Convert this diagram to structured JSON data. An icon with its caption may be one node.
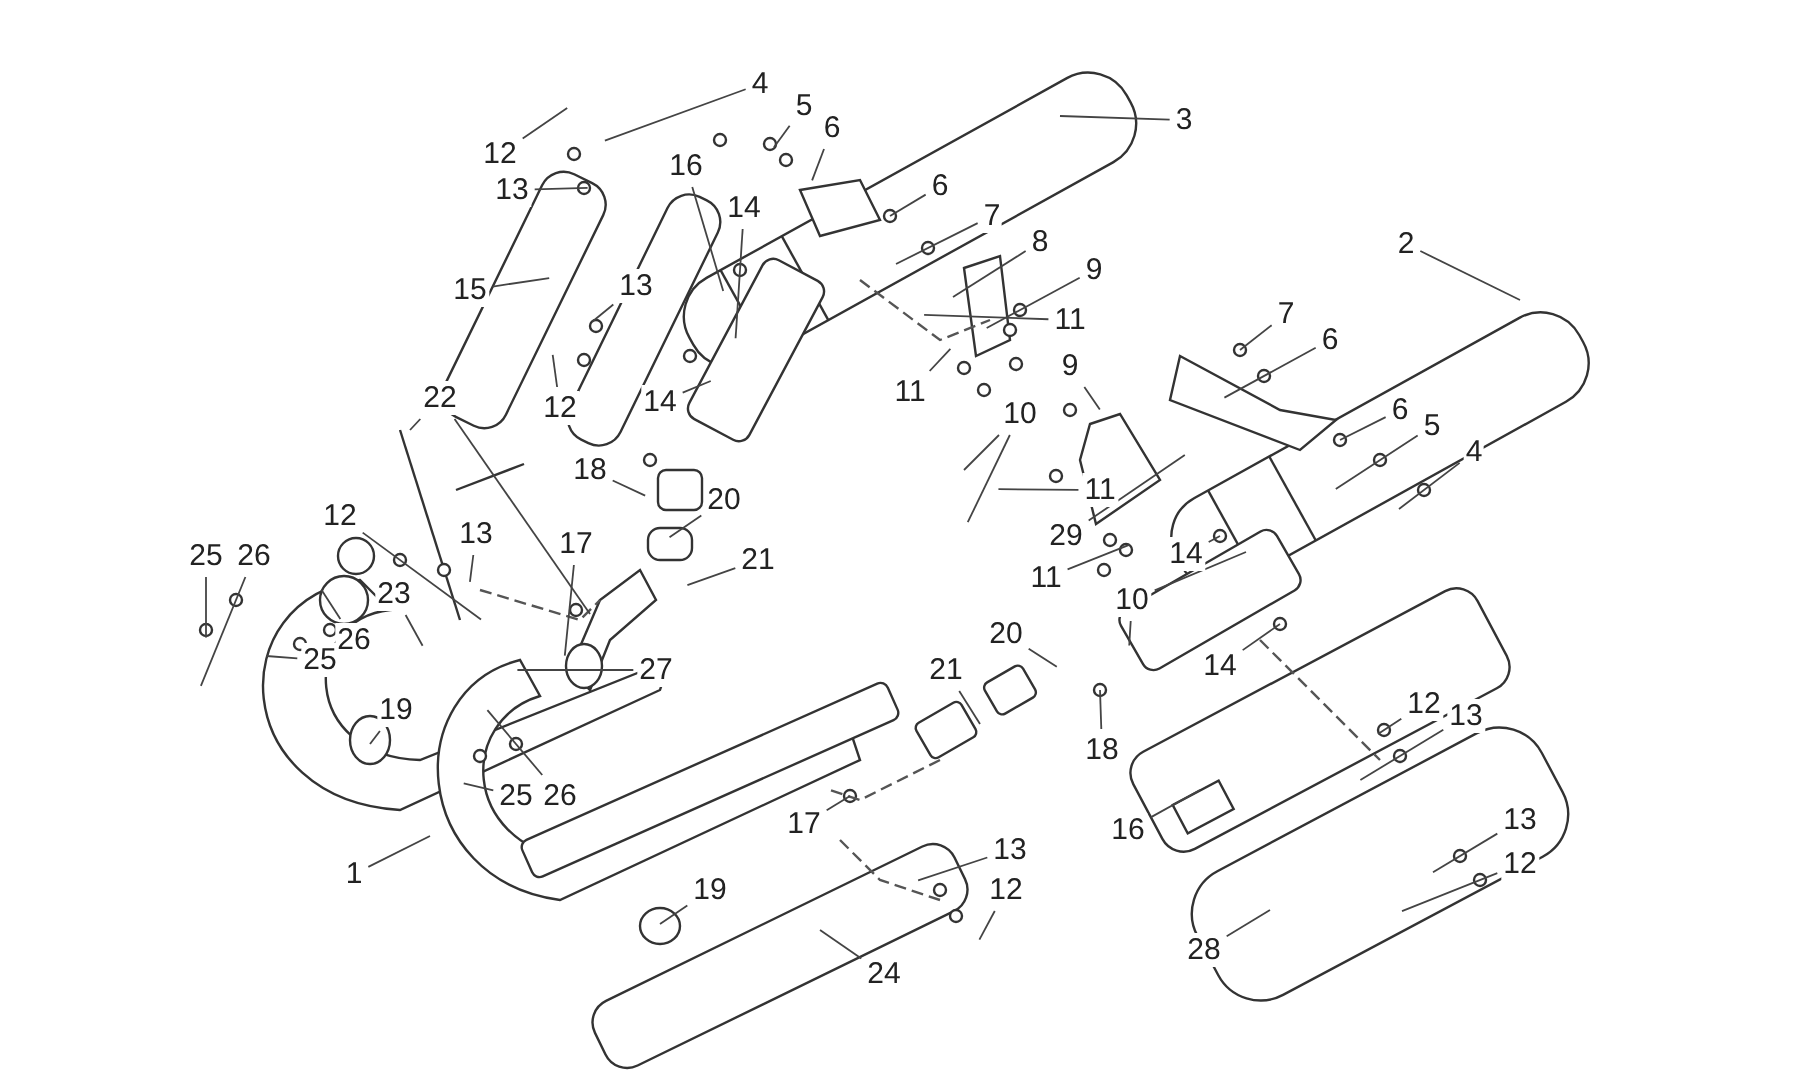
{
  "diagram": {
    "nodes": [
      {
        "text": [
          "3"
        ]
      },
      {
        "text": [
          "4"
        ]
      },
      {
        "text": [
          "5"
        ]
      },
      {
        "text": [
          "6"
        ]
      },
      {
        "text": [
          "12"
        ]
      },
      {
        "text": [
          "13"
        ]
      },
      {
        "text": [
          "16"
        ]
      },
      {
        "text": [
          "6"
        ]
      },
      {
        "text": [
          "7"
        ]
      },
      {
        "text": [
          "8"
        ]
      },
      {
        "text": [
          "15"
        ]
      },
      {
        "text": [
          "14"
        ]
      },
      {
        "text": [
          "9"
        ]
      },
      {
        "text": [
          "11"
        ]
      },
      {
        "text": [
          "13"
        ]
      },
      {
        "text": [
          "2"
        ]
      },
      {
        "text": [
          "7"
        ]
      },
      {
        "text": [
          "6"
        ]
      },
      {
        "text": [
          "12"
        ]
      },
      {
        "text": [
          "14"
        ]
      },
      {
        "text": [
          "11"
        ]
      },
      {
        "text": [
          "10"
        ]
      },
      {
        "text": [
          "9"
        ]
      },
      {
        "text": [
          "22"
        ]
      },
      {
        "text": [
          "18"
        ]
      },
      {
        "text": [
          "20"
        ]
      },
      {
        "text": [
          "6"
        ]
      },
      {
        "text": [
          "5"
        ]
      },
      {
        "text": [
          "4"
        ]
      },
      {
        "text": [
          "11"
        ]
      },
      {
        "text": [
          "29"
        ]
      },
      {
        "text": [
          "12"
        ]
      },
      {
        "text": [
          "13"
        ]
      },
      {
        "text": [
          "14"
        ]
      },
      {
        "text": [
          "25"
        ]
      },
      {
        "text": [
          "26"
        ]
      },
      {
        "text": [
          "17"
        ]
      },
      {
        "text": [
          "21"
        ]
      },
      {
        "text": [
          "11"
        ]
      },
      {
        "text": [
          "10"
        ]
      },
      {
        "text": [
          "14"
        ]
      },
      {
        "text": [
          "25"
        ]
      },
      {
        "text": [
          "23"
        ]
      },
      {
        "text": [
          "26"
        ]
      },
      {
        "text": [
          "27"
        ]
      },
      {
        "text": [
          "20"
        ]
      },
      {
        "text": [
          "21"
        ]
      },
      {
        "text": [
          "18"
        ]
      },
      {
        "text": [
          "19"
        ]
      },
      {
        "text": [
          "12"
        ]
      },
      {
        "text": [
          "13"
        ]
      },
      {
        "text": [
          "25"
        ]
      },
      {
        "text": [
          "26"
        ]
      },
      {
        "text": [
          "16"
        ]
      },
      {
        "text": [
          "1"
        ]
      },
      {
        "text": [
          "17"
        ]
      },
      {
        "text": [
          "13"
        ]
      },
      {
        "text": [
          "13"
        ]
      },
      {
        "text": [
          "12"
        ]
      },
      {
        "text": [
          "19"
        ]
      },
      {
        "text": [
          "12"
        ]
      },
      {
        "text": [
          "24"
        ]
      },
      {
        "text": [
          "28"
        ]
      }
    ],
    "edges": [
      {
        "from": 0,
        "to": null,
        "arrow": "none"
      },
      {
        "from": 1,
        "to": null,
        "arrow": "none"
      },
      {
        "from": 2,
        "to": null,
        "arrow": "none"
      },
      {
        "from": 3,
        "to": null,
        "arrow": "none"
      },
      {
        "from": 4,
        "to": null,
        "arrow": "none"
      },
      {
        "from": 5,
        "to": null,
        "arrow": "none"
      },
      {
        "from": 6,
        "to": null,
        "arrow": "none"
      },
      {
        "from": 7,
        "to": null,
        "arrow": "none"
      },
      {
        "from": 8,
        "to": null,
        "arrow": "none"
      },
      {
        "from": 9,
        "to": null,
        "arrow": "none"
      },
      {
        "from": 10,
        "to": null,
        "arrow": "none"
      },
      {
        "from": 11,
        "to": null,
        "arrow": "none"
      },
      {
        "from": 12,
        "to": null,
        "arrow": "none"
      },
      {
        "from": 13,
        "to": null,
        "arrow": "none"
      },
      {
        "from": 14,
        "to": null,
        "arrow": "none"
      },
      {
        "from": 15,
        "to": null,
        "arrow": "none"
      },
      {
        "from": 16,
        "to": null,
        "arrow": "none"
      },
      {
        "from": 17,
        "to": null,
        "arrow": "none"
      },
      {
        "from": 18,
        "to": null,
        "arrow": "none"
      },
      {
        "from": 19,
        "to": null,
        "arrow": "none"
      },
      {
        "from": 20,
        "to": null,
        "arrow": "none"
      },
      {
        "from": 21,
        "to": null,
        "arrow": "none"
      },
      {
        "from": 21,
        "to": null,
        "arrow": "none"
      },
      {
        "from": 22,
        "to": null,
        "arrow": "none"
      },
      {
        "from": 23,
        "to": null,
        "arrow": "none"
      },
      {
        "from": 23,
        "to": null,
        "arrow": "none"
      },
      {
        "from": 24,
        "to": null,
        "arrow": "none"
      },
      {
        "from": 25,
        "to": null,
        "arrow": "none"
      },
      {
        "from": 26,
        "to": null,
        "arrow": "none"
      },
      {
        "from": 27,
        "to": null,
        "arrow": "none"
      },
      {
        "from": 28,
        "to": null,
        "arrow": "none"
      },
      {
        "from": 29,
        "to": null,
        "arrow": "none"
      },
      {
        "from": 30,
        "to": null,
        "arrow": "none"
      },
      {
        "from": 31,
        "to": null,
        "arrow": "none"
      },
      {
        "from": 32,
        "to": null,
        "arrow": "none"
      },
      {
        "from": 33,
        "to": null,
        "arrow": "none"
      },
      {
        "from": 34,
        "to": null,
        "arrow": "none"
      },
      {
        "from": 35,
        "to": null,
        "arrow": "none"
      },
      {
        "from": 36,
        "to": null,
        "arrow": "none"
      },
      {
        "from": 37,
        "to": null,
        "arrow": "none"
      },
      {
        "from": 38,
        "to": null,
        "arrow": "none"
      },
      {
        "from": 39,
        "to": null,
        "arrow": "none"
      },
      {
        "from": 39,
        "to": null,
        "arrow": "none"
      },
      {
        "from": 40,
        "to": null,
        "arrow": "none"
      },
      {
        "from": 41,
        "to": null,
        "arrow": "none"
      },
      {
        "from": 42,
        "to": null,
        "arrow": "none"
      },
      {
        "from": 43,
        "to": null,
        "arrow": "none"
      },
      {
        "from": 44,
        "to": null,
        "arrow": "none"
      },
      {
        "from": 45,
        "to": null,
        "arrow": "none"
      },
      {
        "from": 46,
        "to": null,
        "arrow": "none"
      },
      {
        "from": 47,
        "to": null,
        "arrow": "none"
      },
      {
        "from": 48,
        "to": null,
        "arrow": "none"
      },
      {
        "from": 49,
        "to": null,
        "arrow": "none"
      },
      {
        "from": 50,
        "to": null,
        "arrow": "none"
      },
      {
        "from": 51,
        "to": null,
        "arrow": "none"
      },
      {
        "from": 52,
        "to": null,
        "arrow": "none"
      },
      {
        "from": 53,
        "to": null,
        "arrow": "none"
      },
      {
        "from": 54,
        "to": null,
        "arrow": "none"
      },
      {
        "from": 55,
        "to": null,
        "arrow": "none"
      },
      {
        "from": 56,
        "to": null,
        "arrow": "none"
      },
      {
        "from": 57,
        "to": null,
        "arrow": "none"
      },
      {
        "from": 58,
        "to": null,
        "arrow": "none"
      },
      {
        "from": 59,
        "to": null,
        "arrow": "none"
      },
      {
        "from": 60,
        "to": null,
        "arrow": "none"
      },
      {
        "from": 61,
        "to": null,
        "arrow": "none"
      },
      {
        "from": 62,
        "to": null,
        "arrow": "none"
      }
    ]
  }
}
